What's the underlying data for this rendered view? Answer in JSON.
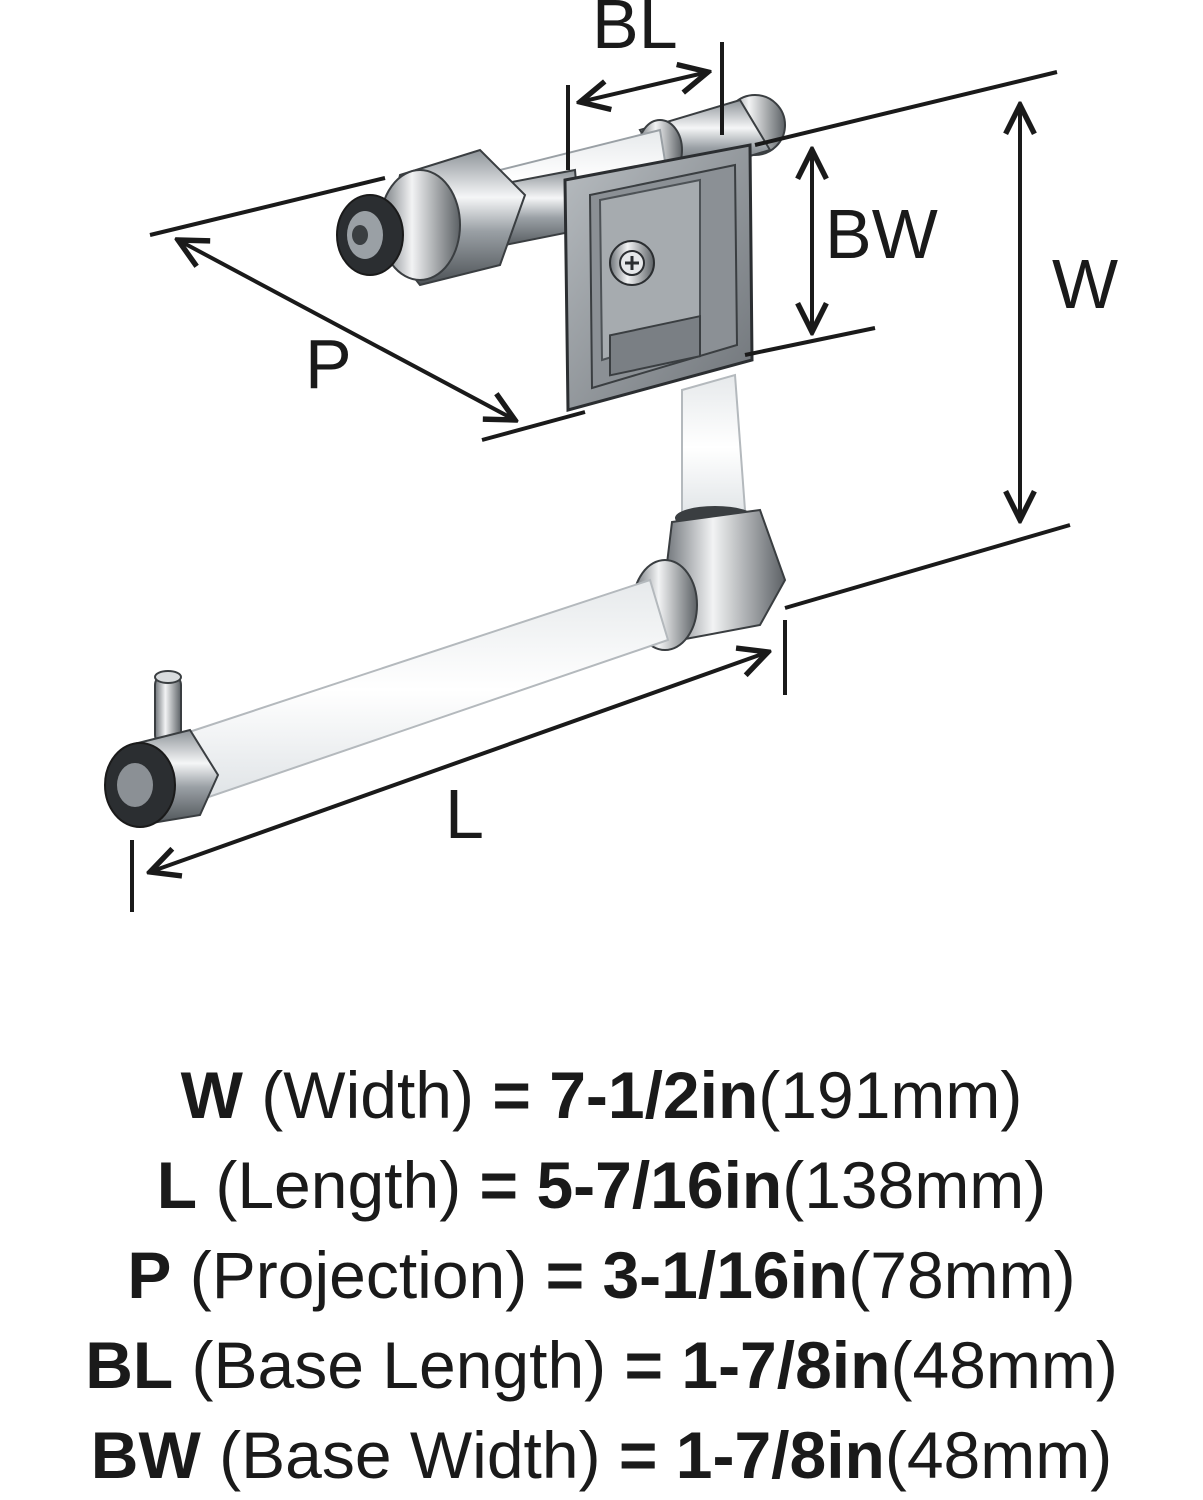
{
  "diagram": {
    "labels": {
      "bl": "BL",
      "bw": "BW",
      "w": "W",
      "p": "P",
      "l": "L"
    }
  },
  "specs": [
    {
      "code": "W",
      "name": "(Width)",
      "eq": "=",
      "inches": "7-1/2in",
      "mm": "(191mm)"
    },
    {
      "code": "L",
      "name": "(Length)",
      "eq": "=",
      "inches": "5-7/16in",
      "mm": "(138mm)"
    },
    {
      "code": "P",
      "name": "(Projection)",
      "eq": "=",
      "inches": "3-1/16in",
      "mm": "(78mm)"
    },
    {
      "code": "BL",
      "name": "(Base Length)",
      "eq": "=",
      "inches": "1-7/8in",
      "mm": "(48mm)"
    },
    {
      "code": "BW",
      "name": "(Base Width)",
      "eq": "=",
      "inches": "1-7/8in",
      "mm": "(48mm)"
    }
  ],
  "colors": {
    "chrome": "#c9cdd1",
    "acrylic": "#f4f6f7",
    "ink": "#1a1a1a"
  }
}
